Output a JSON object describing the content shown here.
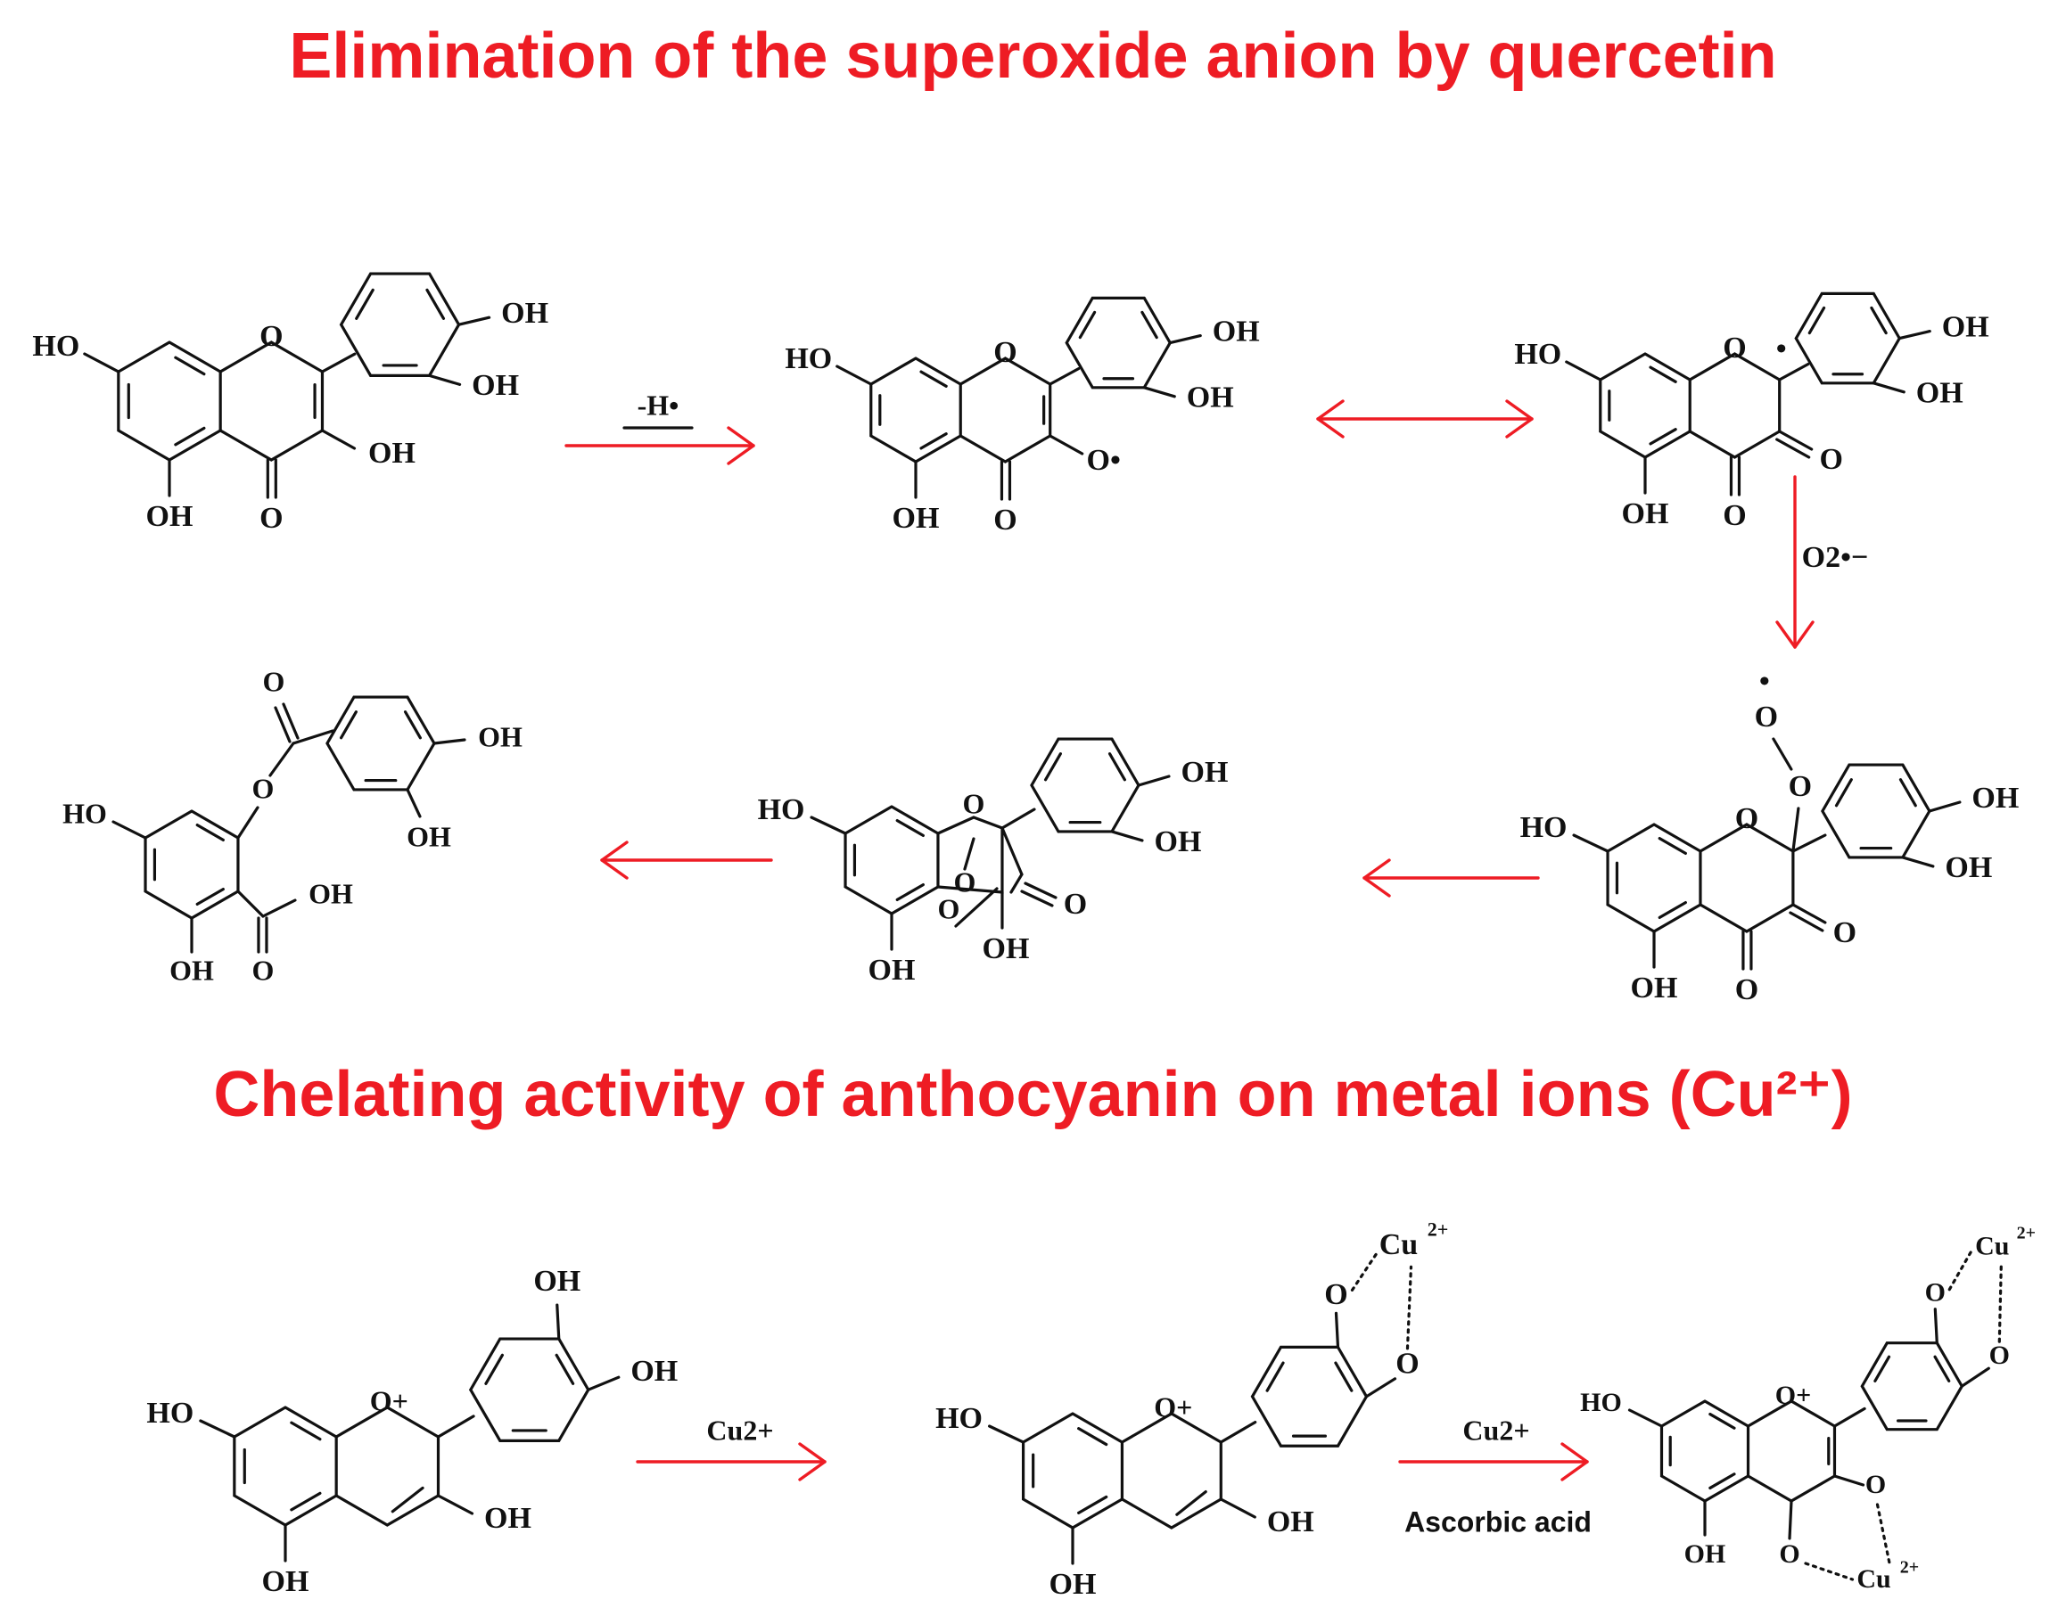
{
  "titles": {
    "section1": "Elimination of the superoxide anion by quercetin",
    "section2": "Chelating activity of anthocyanin on metal ions (Cu²⁺)"
  },
  "labels": {
    "oh": "OH",
    "ho": "HO",
    "o": "O",
    "o_radical": "O•",
    "radical_dot": "•",
    "o_plus": "O+",
    "cu2": "Cu2+",
    "cu": "Cu",
    "charge2plus": "2+",
    "superoxide": "O2•−",
    "minus_h": "-H•",
    "oh_acid": "OH"
  },
  "arrows": {
    "step1": "-H•",
    "step3": "O2•−",
    "chel1": "Cu2+",
    "chel2_top": "Cu2+",
    "chel2_bottom": "Ascorbic acid"
  },
  "colors": {
    "title": "#ee1c24",
    "arrow": "#ee1c24",
    "structure": "#111111",
    "background": "#ffffff"
  }
}
